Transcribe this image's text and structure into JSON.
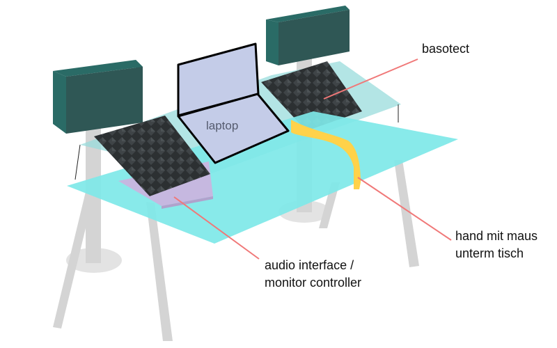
{
  "labels": {
    "basotect": "basotect",
    "laptop": "laptop",
    "hand_line1": "hand mit maus",
    "hand_line2": "unterm tisch",
    "audio_line1": "audio interface /",
    "audio_line2": "monitor controller"
  },
  "colors": {
    "table_top": "#7EE8E8",
    "shelf": "#9ADCDC",
    "monitor_front": "#2F5755",
    "monitor_side": "#2A6B66",
    "foam": "#2C3032",
    "foam_pattern": "#454A4D",
    "laptop_fill": "#C4CCE8",
    "audio_interface": "#C6B8E0",
    "hand": "#FFD24A",
    "legs": "#D4D4D4",
    "shadow": "#E3E3E3",
    "leader_line": "#F07878",
    "text": "#111111"
  }
}
